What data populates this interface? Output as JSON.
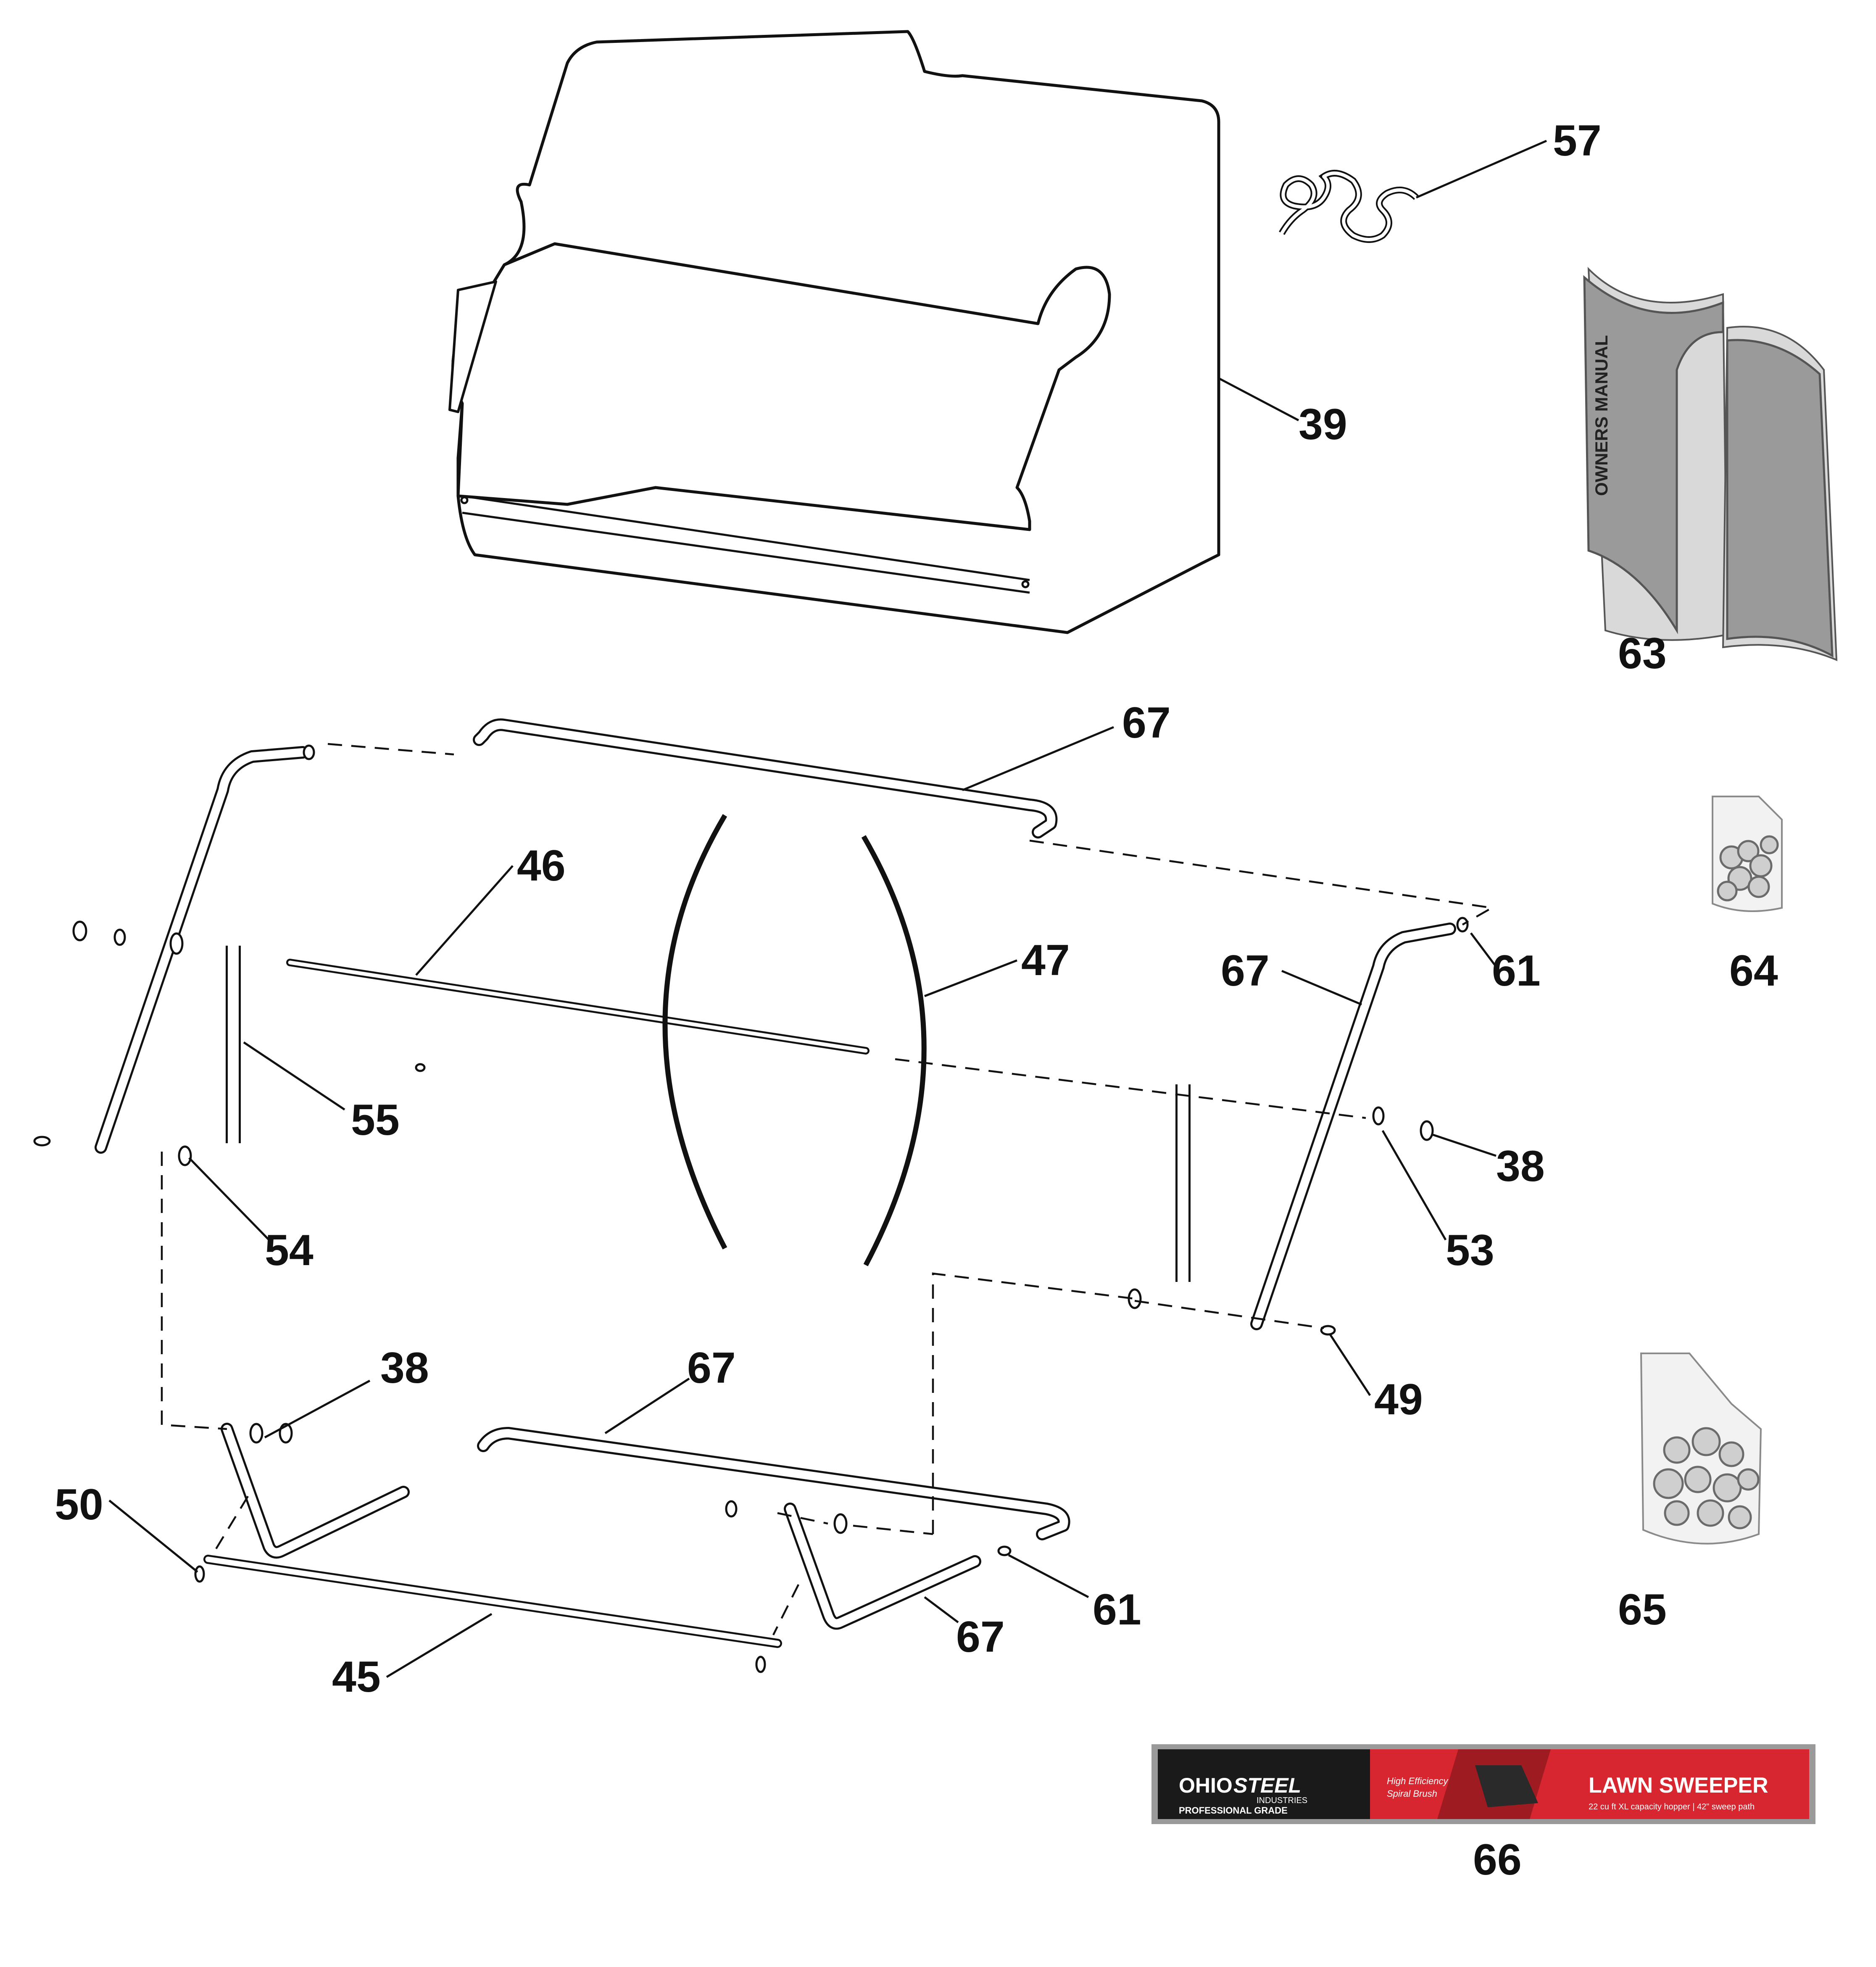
{
  "callouts": {
    "c39": "39",
    "c57": "57",
    "c63": "63",
    "c67a": "67",
    "c46": "46",
    "c47": "47",
    "c67b": "67",
    "c61a": "61",
    "c64": "64",
    "c55": "55",
    "c38a": "38",
    "c54": "54",
    "c53": "53",
    "c38b": "38",
    "c67c": "67",
    "c49": "49",
    "c50": "50",
    "c61b": "61",
    "c67d": "67",
    "c65": "65",
    "c45": "45",
    "c66": "66"
  },
  "manual": {
    "cover_text": "OWNERS MANUAL"
  },
  "decal": {
    "brand_a": "OHIO",
    "brand_b": "STEEL",
    "brand_sub": "INDUSTRIES",
    "grade": "PROFESSIONAL GRADE",
    "feature_1": "High Efficiency",
    "feature_2": "Spiral Brush",
    "product": "LAWN SWEEPER",
    "spec": "22 cu ft XL capacity hopper | 42\" sweep path"
  },
  "colors": {
    "decal_red": "#d7262f",
    "decal_dark": "#1a1a1a",
    "line": "#111111"
  }
}
